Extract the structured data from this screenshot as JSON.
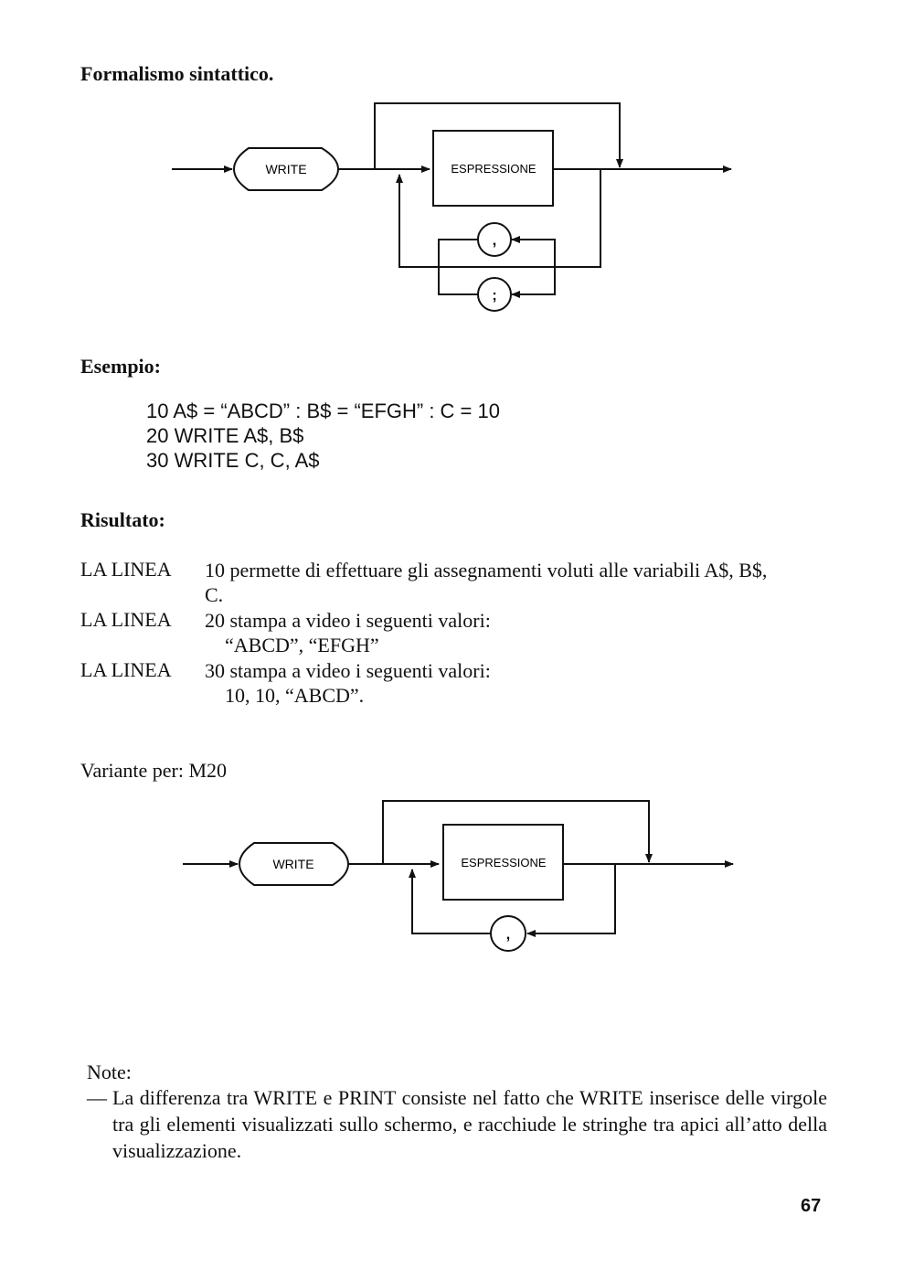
{
  "headings": {
    "syntax": "Formalismo sintattico.",
    "example": "Esempio:",
    "result": "Risultato:",
    "variant": "Variante per: M20",
    "notes": "Note:"
  },
  "diagram1": {
    "keyword": "WRITE",
    "box": "ESPRESSIONE",
    "sep1": ",",
    "sep2": ";"
  },
  "diagram2": {
    "keyword": "WRITE",
    "box": "ESPRESSIONE",
    "sep1": ","
  },
  "code": [
    "10 A$ = “ABCD” : B$ = “EFGH” : C = 10",
    "20 WRITE A$, B$",
    "30 WRITE C, C, A$"
  ],
  "results": [
    {
      "label": "LA LINEA",
      "line1": "10 permette di effettuare gli assegnamenti voluti alle variabili A$, B$,",
      "line2": "C."
    },
    {
      "label": "LA LINEA",
      "line1": "20 stampa a video i seguenti valori:",
      "line2": "“ABCD”, “EFGH”"
    },
    {
      "label": "LA LINEA",
      "line1": "30 stampa a video i seguenti valori:",
      "line2": "10, 10, “ABCD”."
    }
  ],
  "note": {
    "dash": "—",
    "text": "La differenza tra WRITE e PRINT consiste nel fatto che WRITE inserisce delle virgole tra gli elementi visualizzati sullo schermo, e racchiude le stringhe tra apici all’atto della visualizzazione."
  },
  "page_number": "67"
}
